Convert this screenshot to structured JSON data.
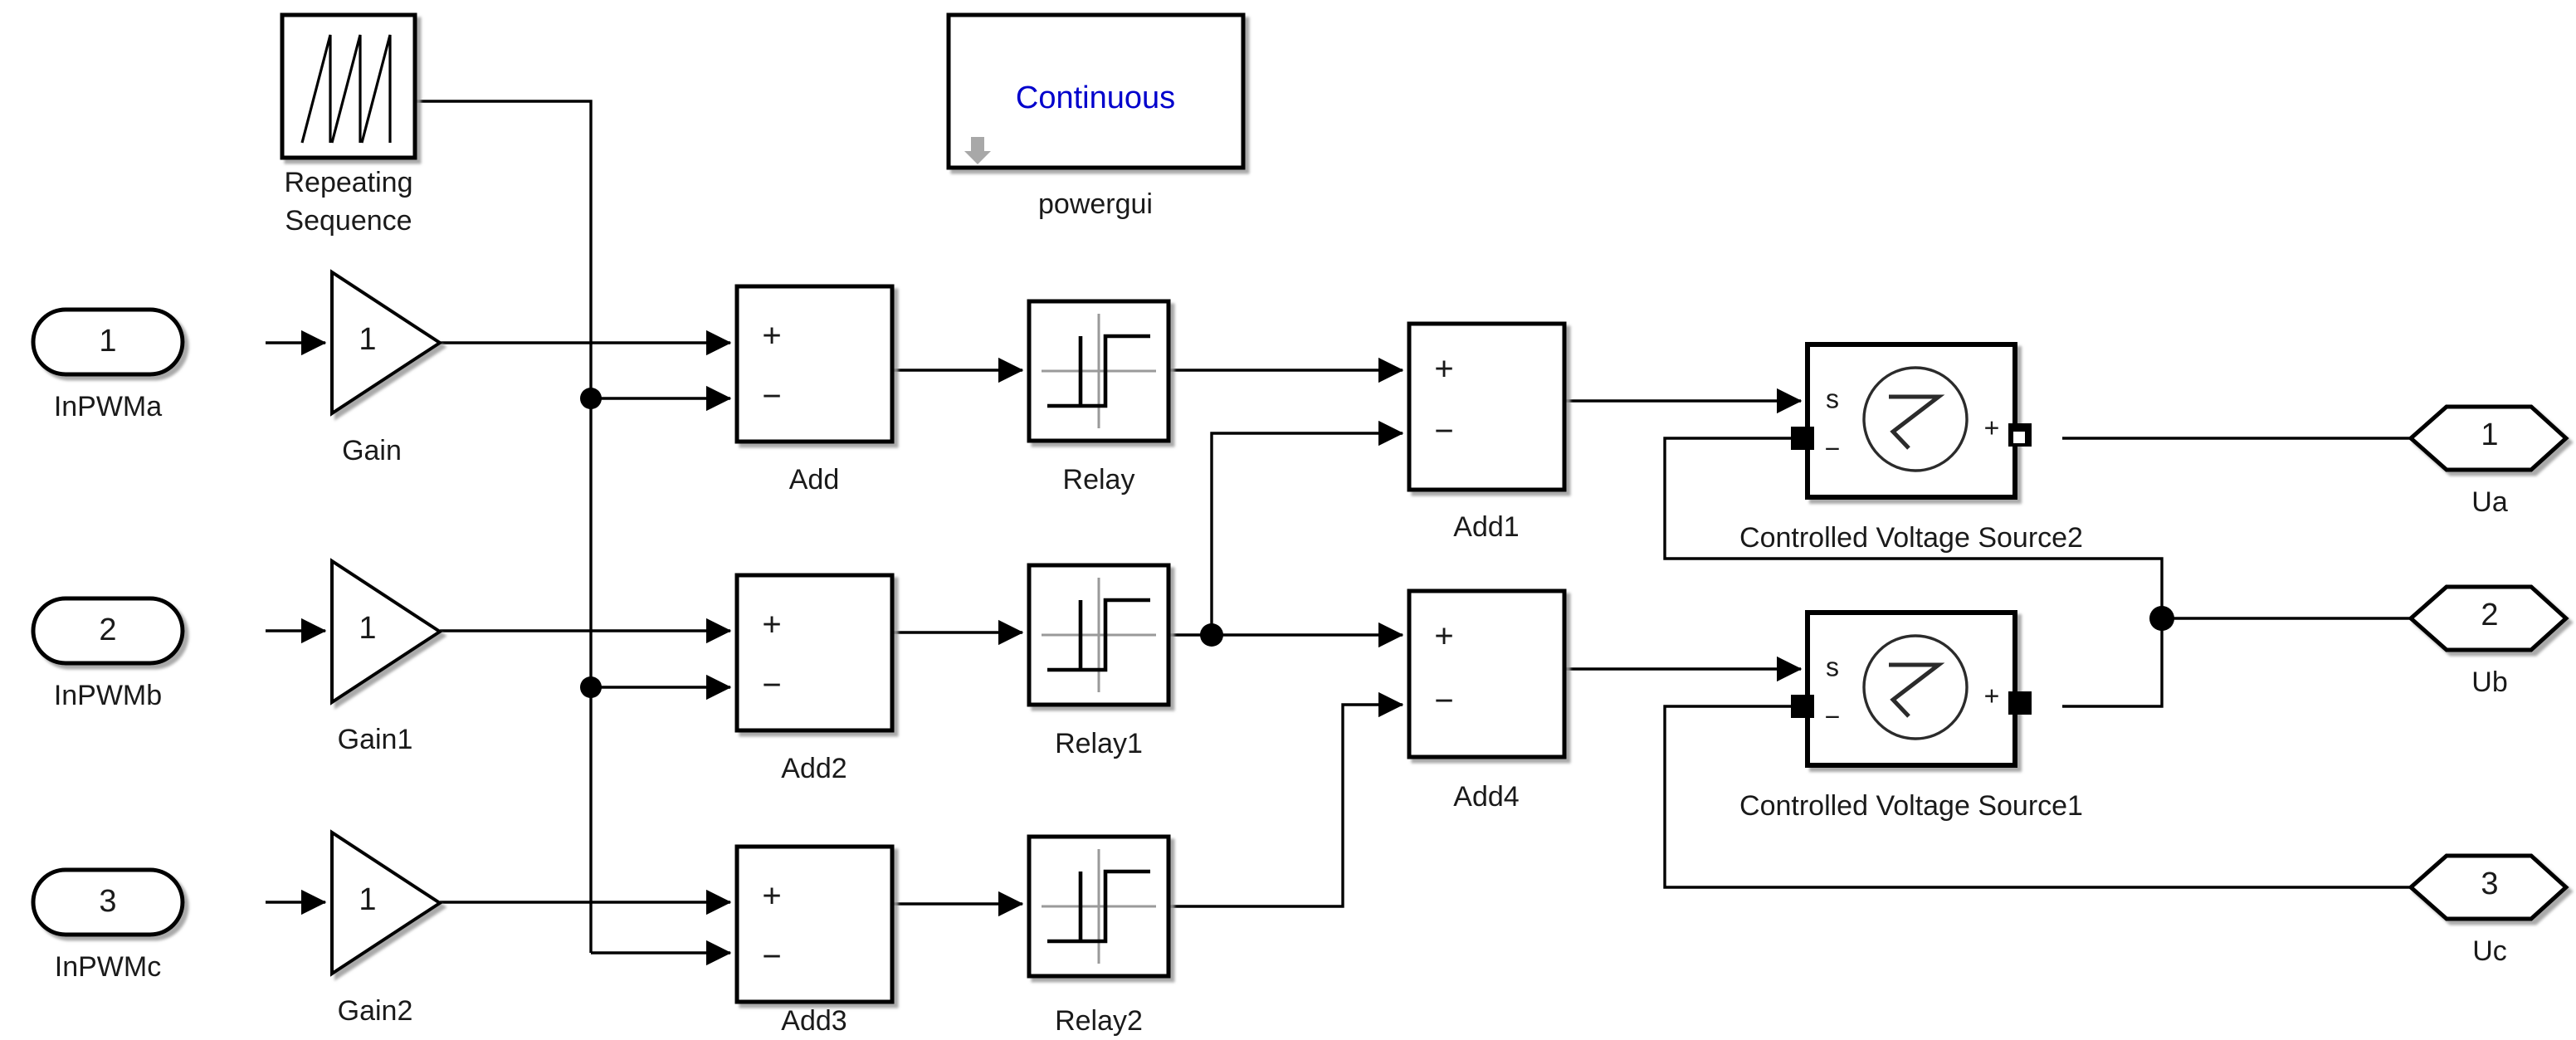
{
  "diagram": {
    "type": "simulink-block-diagram",
    "background": "#ffffff",
    "line_color": "#000000",
    "block_fill": "#ffffff",
    "block_stroke": "#000000",
    "powergui_text_color": "#0000cc",
    "relay_axis_color": "#9a9a9a"
  },
  "blocks": {
    "repeating_sequence": {
      "label": "Repeating\nSequence",
      "label_line1": "Repeating",
      "label_line2": "Sequence",
      "icon": "sawtooth-icon"
    },
    "powergui": {
      "label": "powergui",
      "value": "Continuous",
      "icon": "down-arrow-icon"
    },
    "inports": [
      {
        "number": "1",
        "label": "InPWMa"
      },
      {
        "number": "2",
        "label": "InPWMb"
      },
      {
        "number": "3",
        "label": "InPWMc"
      }
    ],
    "gains": [
      {
        "label": "Gain",
        "value": "1"
      },
      {
        "label": "Gain1",
        "value": "1"
      },
      {
        "label": "Gain2",
        "value": "1"
      }
    ],
    "adds": [
      {
        "label": "Add",
        "plus": "+",
        "minus": "−"
      },
      {
        "label": "Add2",
        "plus": "+",
        "minus": "−"
      },
      {
        "label": "Add3",
        "plus": "+",
        "minus": "−"
      },
      {
        "label": "Add1",
        "plus": "+",
        "minus": "−"
      },
      {
        "label": "Add4",
        "plus": "+",
        "minus": "−"
      }
    ],
    "relays": [
      {
        "label": "Relay",
        "icon": "hysteresis-icon"
      },
      {
        "label": "Relay1",
        "icon": "hysteresis-icon"
      },
      {
        "label": "Relay2",
        "icon": "hysteresis-icon"
      }
    ],
    "voltage_sources": [
      {
        "label": "Controlled Voltage Source2",
        "signal_port": "s",
        "plus": "+",
        "minus": "−",
        "icon": "sine-source-icon"
      },
      {
        "label": "Controlled Voltage Source1",
        "signal_port": "s",
        "plus": "+",
        "minus": "−",
        "icon": "sine-source-icon"
      }
    ],
    "outports": [
      {
        "number": "1",
        "label": "Ua"
      },
      {
        "number": "2",
        "label": "Ub"
      },
      {
        "number": "3",
        "label": "Uc"
      }
    ]
  }
}
